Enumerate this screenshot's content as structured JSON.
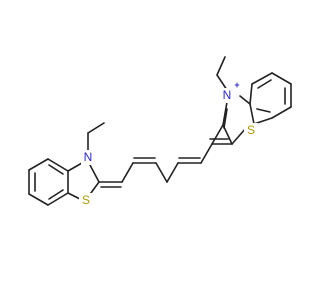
{
  "molecule": {
    "atom_labels": {
      "n_left": "N",
      "s_left": "S",
      "n_right": "N",
      "s_right": "S",
      "charge_right": "+"
    },
    "colors": {
      "bond": "#222222",
      "nitrogen": "#2a2ad0",
      "sulfur": "#b09a00",
      "background": "#ffffff"
    }
  }
}
